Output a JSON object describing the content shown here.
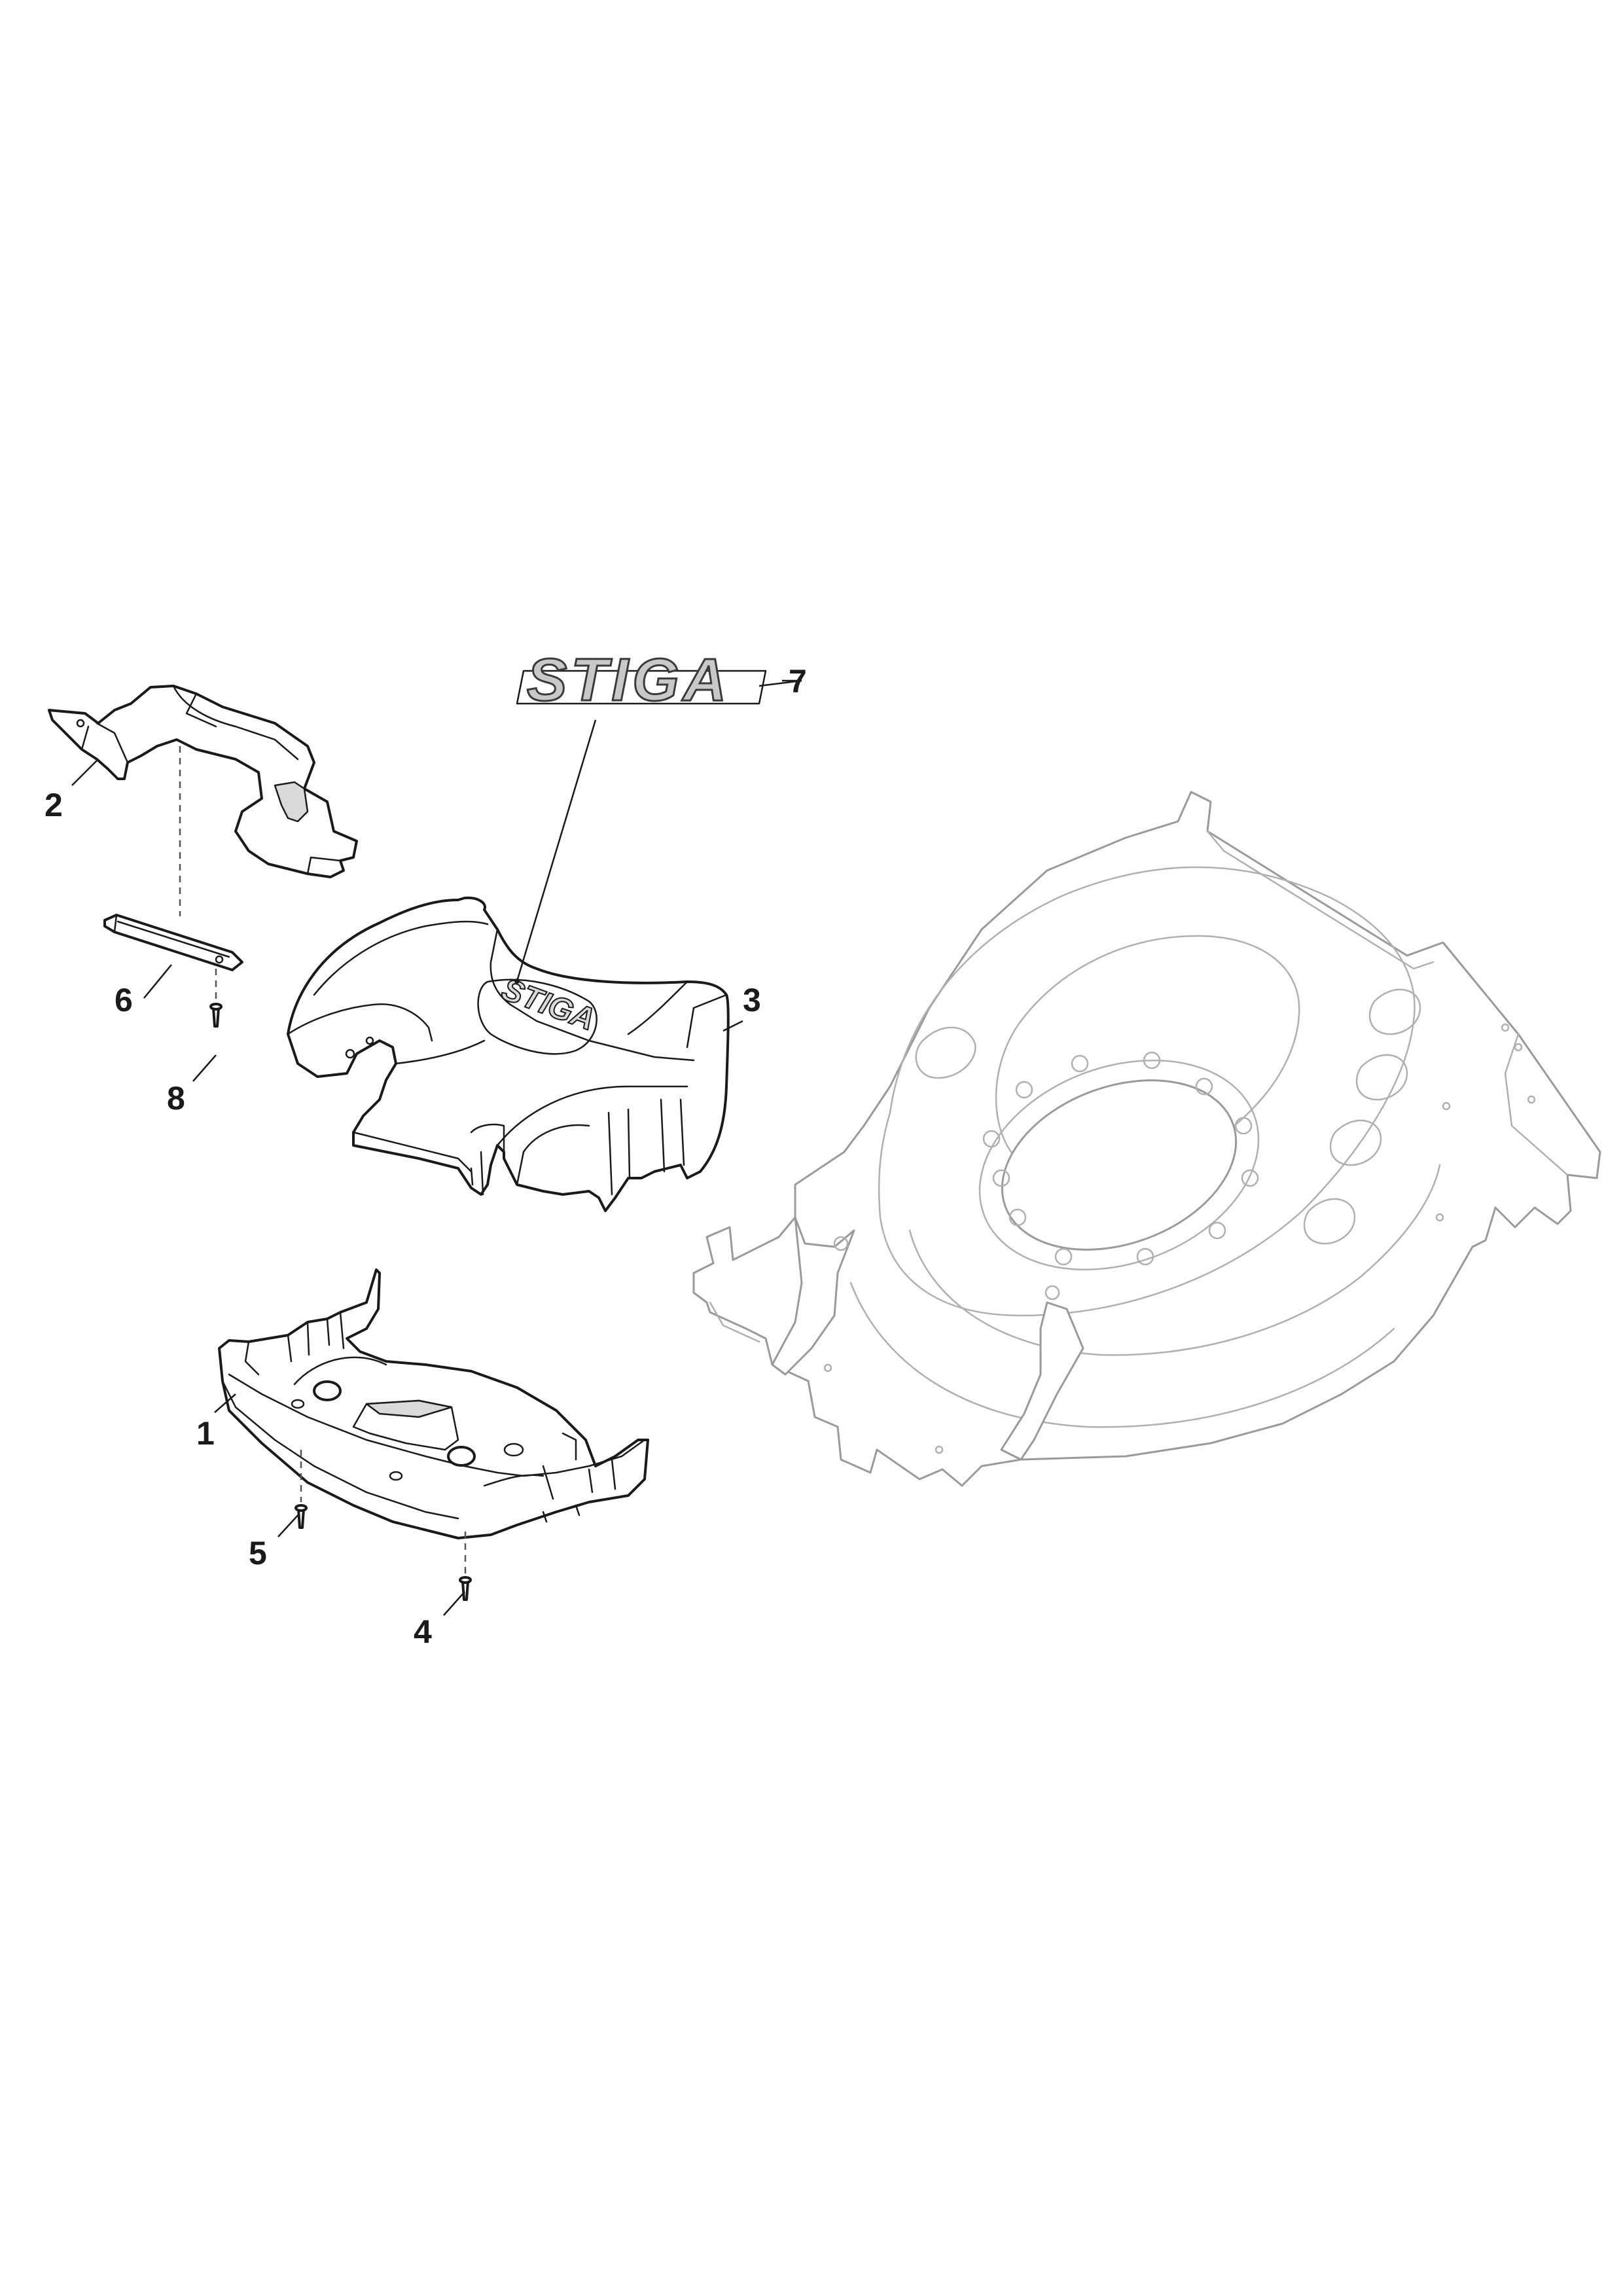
{
  "diagram": {
    "callouts": {
      "c1": "1",
      "c2": "2",
      "c3": "3",
      "c4": "4",
      "c5": "5",
      "c6": "6",
      "c7": "7",
      "c8": "8"
    },
    "logo": {
      "text": "STIGA"
    },
    "colors": {
      "line": "#1a1a1a",
      "deck_line": "#9a9a9a",
      "shade": "#d9d9d9",
      "background": "#ffffff"
    }
  }
}
